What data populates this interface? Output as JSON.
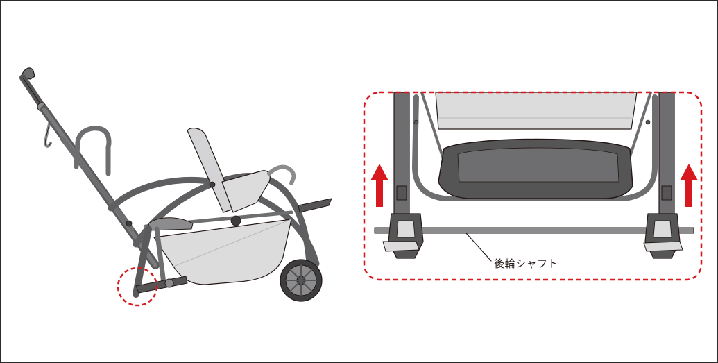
{
  "figure": {
    "callout_label": "後輪シャフト",
    "colors": {
      "frame_dark": "#555556",
      "frame_mid": "#6e6e70",
      "frame_light": "#8c8c8e",
      "fabric_light": "#dcdcdd",
      "fabric_mid": "#b9b9bb",
      "highlight_red": "#d7191f",
      "outline": "#231815"
    },
    "icons": [
      "stroller-illustration",
      "zoom-detail-rear-axle",
      "up-arrow-icon"
    ]
  }
}
